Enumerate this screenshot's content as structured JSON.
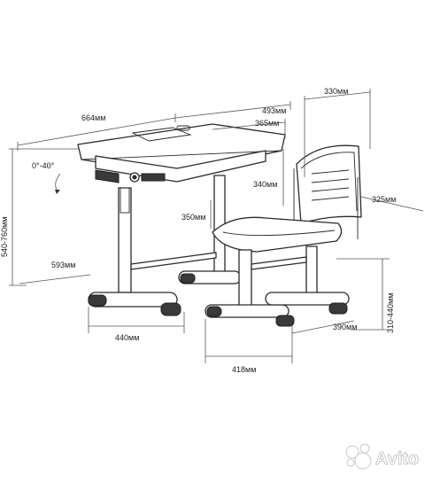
{
  "dimensions": {
    "desk_width": "664мм",
    "desk_depth": "493мм",
    "desk_top_depth": "365мм",
    "seat_back_width": "330мм",
    "back_height": "340мм",
    "back_depth": "325мм",
    "tilt_angle": "0°-40°",
    "desk_height": "540-760мм",
    "seat_height": "310-440мм",
    "seat_to_back": "350мм",
    "leg_span_depth": "593мм",
    "desk_base_width": "440мм",
    "chair_base_width": "418мм",
    "chair_base_depth": "390мм"
  },
  "watermark": {
    "brand": "Avito"
  }
}
